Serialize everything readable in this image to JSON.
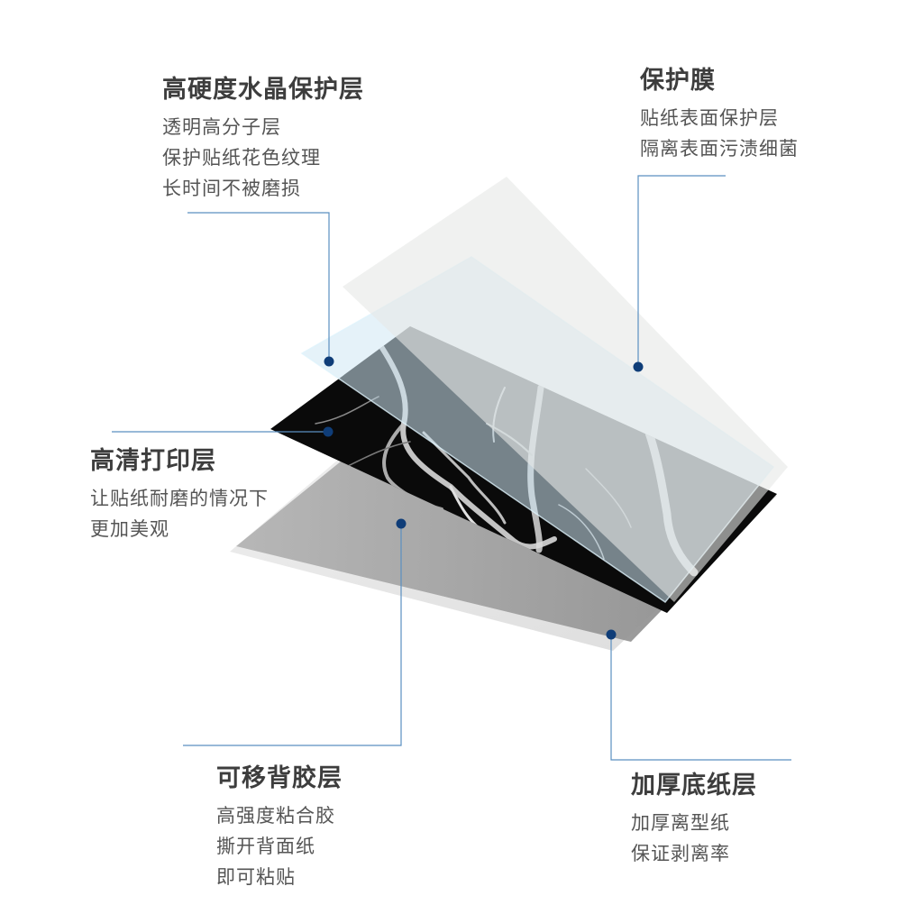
{
  "colors": {
    "leader": "#5a8fc0",
    "dot": "#0f3d78",
    "film": "#e4e6e4",
    "crystal": "#cfe9f7",
    "print_dark": "#0b0b0b",
    "adhesive": "#9a9a9a",
    "base": "#e6e6e6"
  },
  "layers": [
    {
      "key": "crystal",
      "title": "高硬度水晶保护层",
      "lines": [
        "透明高分子层",
        "保护贴纸花色纹理",
        "长时间不被磨损"
      ]
    },
    {
      "key": "film",
      "title": "保护膜",
      "lines": [
        "贴纸表面保护层",
        "隔离表面污渍细菌"
      ]
    },
    {
      "key": "print",
      "title": "高清打印层",
      "lines": [
        "让贴纸耐磨的情况下",
        "更加美观"
      ]
    },
    {
      "key": "adhesive",
      "title": "可移背胶层",
      "lines": [
        "高强度粘合胶",
        "撕开背面纸",
        "即可粘贴"
      ]
    },
    {
      "key": "base",
      "title": "加厚底纸层",
      "lines": [
        "加厚离型纸",
        "保证剥离率"
      ]
    }
  ]
}
